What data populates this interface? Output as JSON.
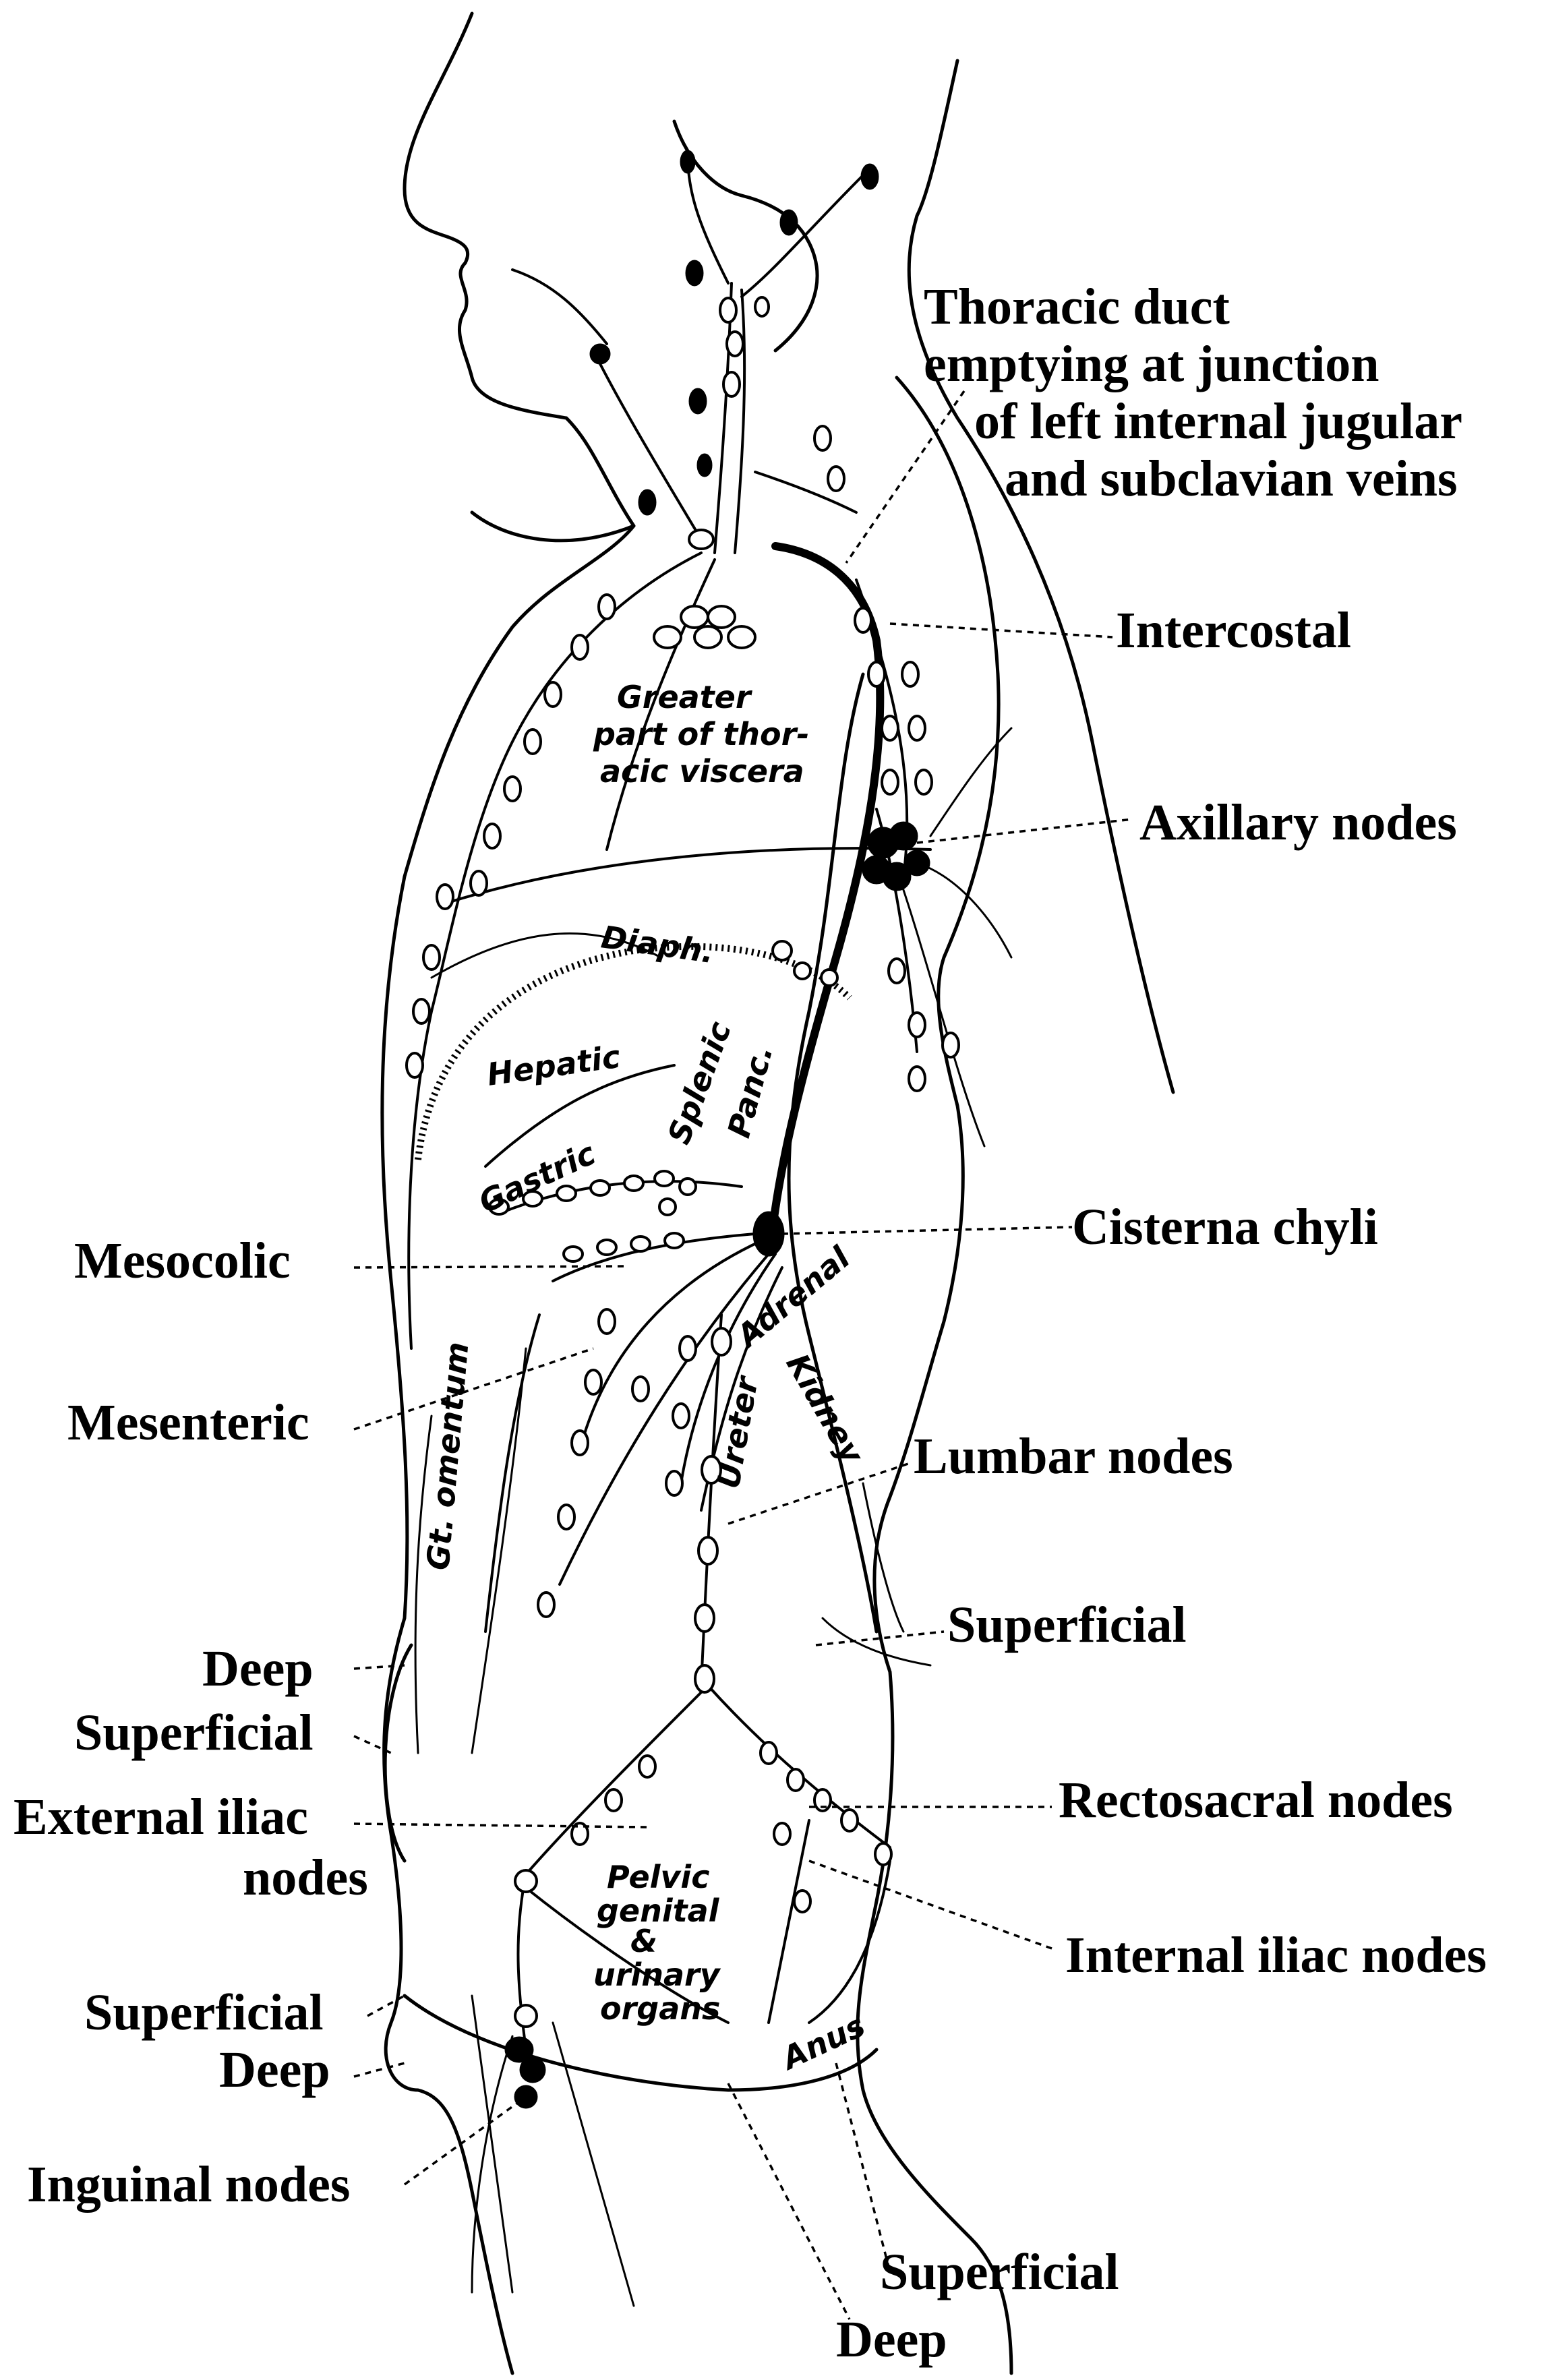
{
  "labels": {
    "thoracic_duct": [
      "Thoracic duct",
      "emptying at junction",
      "of left internal jugular",
      "and subclavian veins"
    ],
    "intercostal": "Intercostal",
    "axillary_nodes": "Axillary nodes",
    "cisterna_chyli": "Cisterna chyli",
    "mesocolic": "Mesocolic",
    "mesenteric": "Mesenteric",
    "lumbar_nodes": "Lumbar nodes",
    "superficial_abdomen": "Superficial",
    "deep_left": "Deep",
    "superficial_left": "Superficial",
    "external_iliac_nodes": [
      "External iliac",
      "nodes"
    ],
    "rectosacral_nodes": "Rectosacral nodes",
    "internal_iliac_nodes": "Internal iliac nodes",
    "superficial_thigh": "Superficial",
    "deep_thigh": "Deep",
    "inguinal_nodes": "Inguinal nodes",
    "superficial_bottom": "Superficial",
    "deep_bottom": "Deep"
  },
  "inner_labels": {
    "thoracic_viscera": [
      "Greater",
      "part of thor-",
      "acic viscera"
    ],
    "diaphragm": "Diaph.",
    "hepatic": "Hepatic",
    "splenic": "Splenic",
    "pancreatic": "Panc.",
    "gastric": "Gastric",
    "adrenal": "Adrenal",
    "kidney": "Kidney",
    "ureter": "Ureter",
    "gt_omentum": "Gt. omentum",
    "pelvic_organs": [
      "Pelvic",
      "genital",
      "&",
      "urinary",
      "organs"
    ],
    "anus": "Anus"
  }
}
